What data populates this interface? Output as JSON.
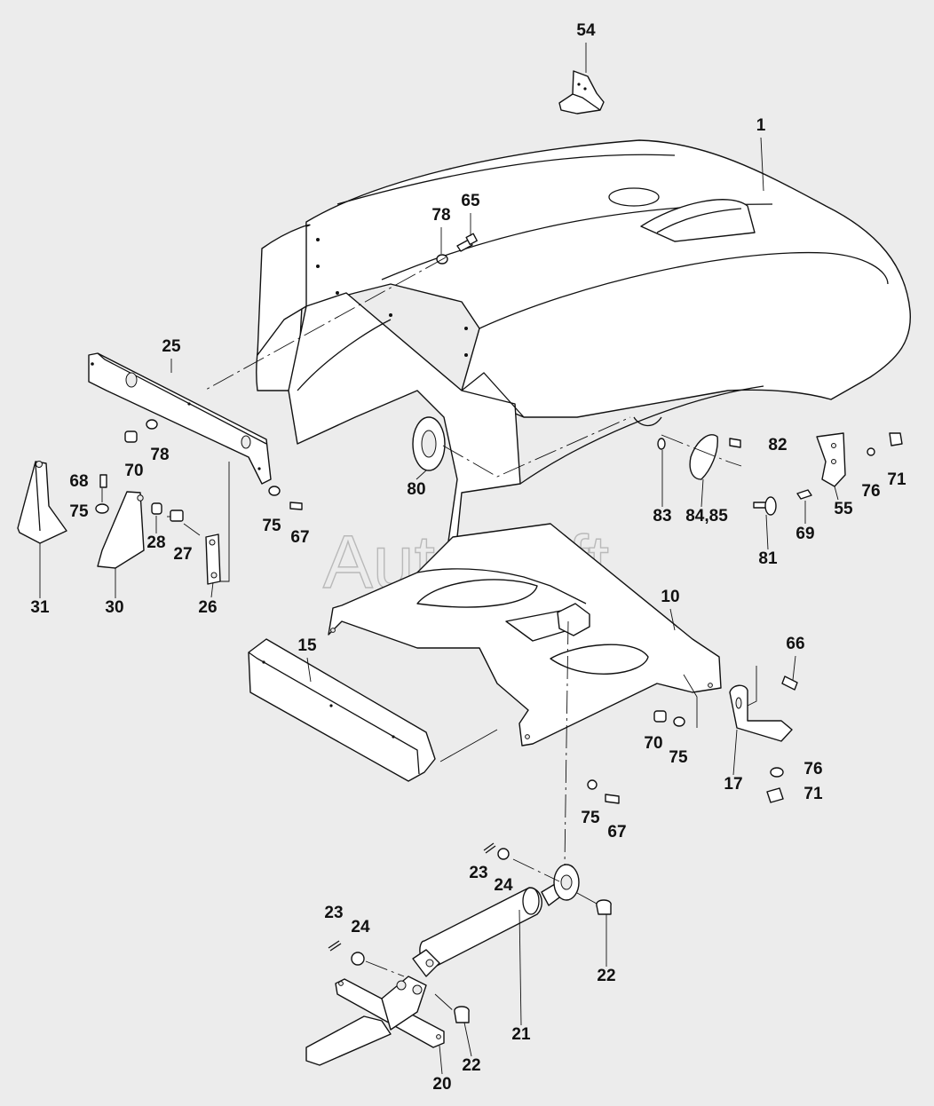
{
  "watermark": "AutoSoft",
  "callouts": [
    {
      "id": "c54",
      "text": "54"
    },
    {
      "id": "c1",
      "text": "1"
    },
    {
      "id": "c65",
      "text": "65"
    },
    {
      "id": "c78a",
      "text": "78"
    },
    {
      "id": "c25",
      "text": "25"
    },
    {
      "id": "c70a",
      "text": "70"
    },
    {
      "id": "c78b",
      "text": "78"
    },
    {
      "id": "c68",
      "text": "68"
    },
    {
      "id": "c75a",
      "text": "75"
    },
    {
      "id": "c31",
      "text": "31"
    },
    {
      "id": "c30",
      "text": "30"
    },
    {
      "id": "c28",
      "text": "28"
    },
    {
      "id": "c27",
      "text": "27"
    },
    {
      "id": "c26",
      "text": "26"
    },
    {
      "id": "c75b",
      "text": "75"
    },
    {
      "id": "c67a",
      "text": "67"
    },
    {
      "id": "c80",
      "text": "80"
    },
    {
      "id": "c82",
      "text": "82"
    },
    {
      "id": "c83",
      "text": "83"
    },
    {
      "id": "c8485",
      "text": "84,85"
    },
    {
      "id": "c81",
      "text": "81"
    },
    {
      "id": "c69",
      "text": "69"
    },
    {
      "id": "c55",
      "text": "55"
    },
    {
      "id": "c76a",
      "text": "76"
    },
    {
      "id": "c71a",
      "text": "71"
    },
    {
      "id": "c10",
      "text": "10"
    },
    {
      "id": "c15",
      "text": "15"
    },
    {
      "id": "c66",
      "text": "66"
    },
    {
      "id": "c70b",
      "text": "70"
    },
    {
      "id": "c75c",
      "text": "75"
    },
    {
      "id": "c17",
      "text": "17"
    },
    {
      "id": "c76b",
      "text": "76"
    },
    {
      "id": "c71b",
      "text": "71"
    },
    {
      "id": "c75d",
      "text": "75"
    },
    {
      "id": "c67b",
      "text": "67"
    },
    {
      "id": "c23a",
      "text": "23"
    },
    {
      "id": "c24a",
      "text": "24"
    },
    {
      "id": "c22a",
      "text": "22"
    },
    {
      "id": "c23b",
      "text": "23"
    },
    {
      "id": "c24b",
      "text": "24"
    },
    {
      "id": "c21",
      "text": "21"
    },
    {
      "id": "c22b",
      "text": "22"
    },
    {
      "id": "c20",
      "text": "20"
    }
  ]
}
